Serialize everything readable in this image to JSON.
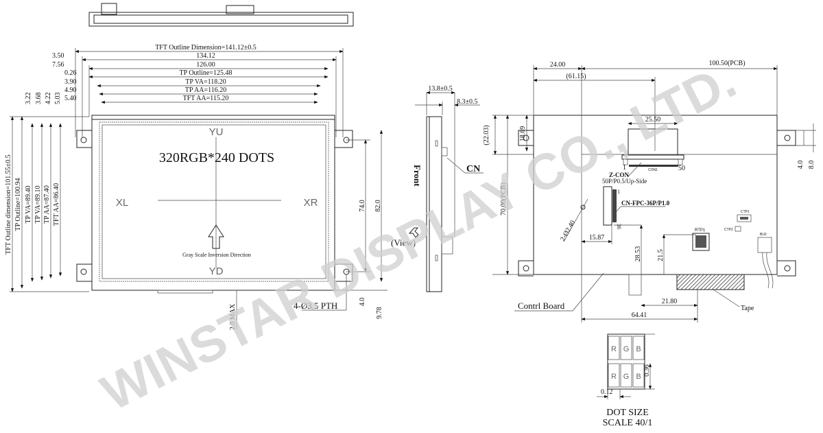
{
  "watermark": "WINSTAR DISPLAY CO., LTD.",
  "front_view": {
    "top_dims": {
      "outline_dimension": "TFT Outline Dimension=141.12±0.5",
      "d134": "134.12",
      "d126": "126.00",
      "tp_outline": "TP Outline=125.48",
      "tp_va": "TP VA=118.20",
      "tp_aa": "TP AA=116.20",
      "tft_aa": "TFT AA=115.20",
      "left_offsets": [
        "3.50",
        "7.56",
        "0.26",
        "3.90",
        "4.90",
        "5.40"
      ]
    },
    "left_dims": {
      "outline_dimension": "TFT Outline dimension=101.55±0.5",
      "tp_outline": "TP Outline=100.94",
      "tp_va_1": "TP VA=89.40",
      "tp_va_2": "TP VA=89.10",
      "tp_aa": "TP AA=87.40",
      "tft_aa": "TFT AA=86.40",
      "top_offsets": [
        "3.22",
        "3.68",
        "4.22",
        "5.03"
      ]
    },
    "resolution": "320RGB*240 DOTS",
    "yu": "YU",
    "yd": "YD",
    "xl": "XL",
    "xr": "XR",
    "gray_scale": "Gray Scale Inversion Direction",
    "right_dims": {
      "d74": "74.0",
      "d82": "82.0",
      "d4": "4.0",
      "d978": "9.78",
      "max": "2.0 MAX"
    },
    "holes": "4-Ø3.5 PTH"
  },
  "side_view": {
    "thickness": "13.8±0.5",
    "pcb_thickness": "8.3±0.5",
    "cn": "CN",
    "front": "Front",
    "view": "(View)"
  },
  "back_view": {
    "d24": "24.00",
    "pcb_width": "100.50(PCB)",
    "d6115": "(61.15)",
    "d2203": "(22.03)",
    "d1869": "18.69",
    "pcb_height": "70.00(PCB)",
    "d2550": "25.50",
    "zcon_title": "Z-CON",
    "zcon_spec": "50P/P0.5/Up-Side",
    "con1": "CON1",
    "pin1": "1",
    "pin50": "50",
    "fpc": "CN-FPC-36P/P1.0",
    "pin36": "36",
    "holes": "2-Ø2.40",
    "d1587": "15.87",
    "d2853": "28.53",
    "d215": "21.5",
    "d2180": "21.80",
    "d6441": "64.41",
    "d40": "4.0",
    "d80": "8.0",
    "rtp": "RTP1",
    "ctp1": "CTP1",
    "ctp2": "CTP2",
    "blr": "BLR",
    "control_board": "Contrl Board",
    "tape": "Tape"
  },
  "dot_size": {
    "cells": [
      "R",
      "G",
      "B",
      "R",
      "G",
      "B"
    ],
    "pitch_h": "0.36",
    "pitch_w": "0.12",
    "title": "DOT SIZE",
    "scale": "SCALE 40/1"
  }
}
